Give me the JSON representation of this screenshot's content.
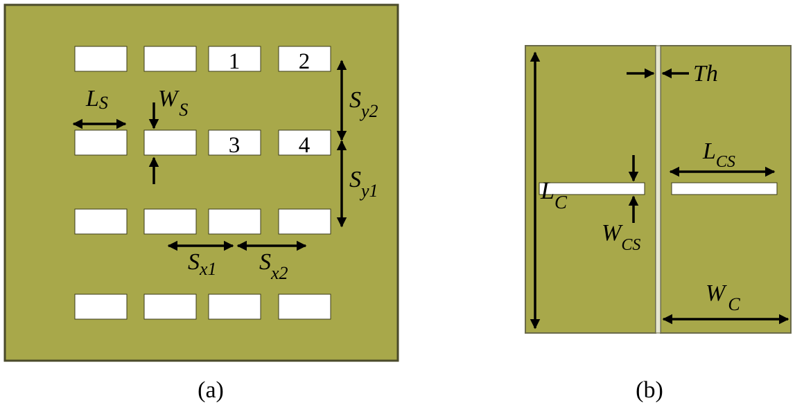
{
  "colors": {
    "board": "#a8a84a",
    "board_edge": "#4a4a2a",
    "slot": "#ffffff",
    "arrow": "#000000"
  },
  "panel_a": {
    "caption": "(a)",
    "slot_numbers": [
      "1",
      "2",
      "3",
      "4"
    ],
    "labels": {
      "ls_main": "L",
      "ls_sub": "S",
      "ws_main": "W",
      "ws_sub": "S",
      "sy2_main": "S",
      "sy2_sub": "y2",
      "sy1_main": "S",
      "sy1_sub": "y1",
      "sx1_main": "S",
      "sx1_sub": "x1",
      "sx2_main": "S",
      "sx2_sub": "x2"
    }
  },
  "panel_b": {
    "caption": "(b)",
    "labels": {
      "th": "Th",
      "lc_main": "L",
      "lc_sub": "C",
      "lcs_main": "L",
      "lcs_sub": "CS",
      "wcs_main": "W",
      "wcs_sub": "CS",
      "wc_main": "W",
      "wc_sub": "C"
    }
  }
}
